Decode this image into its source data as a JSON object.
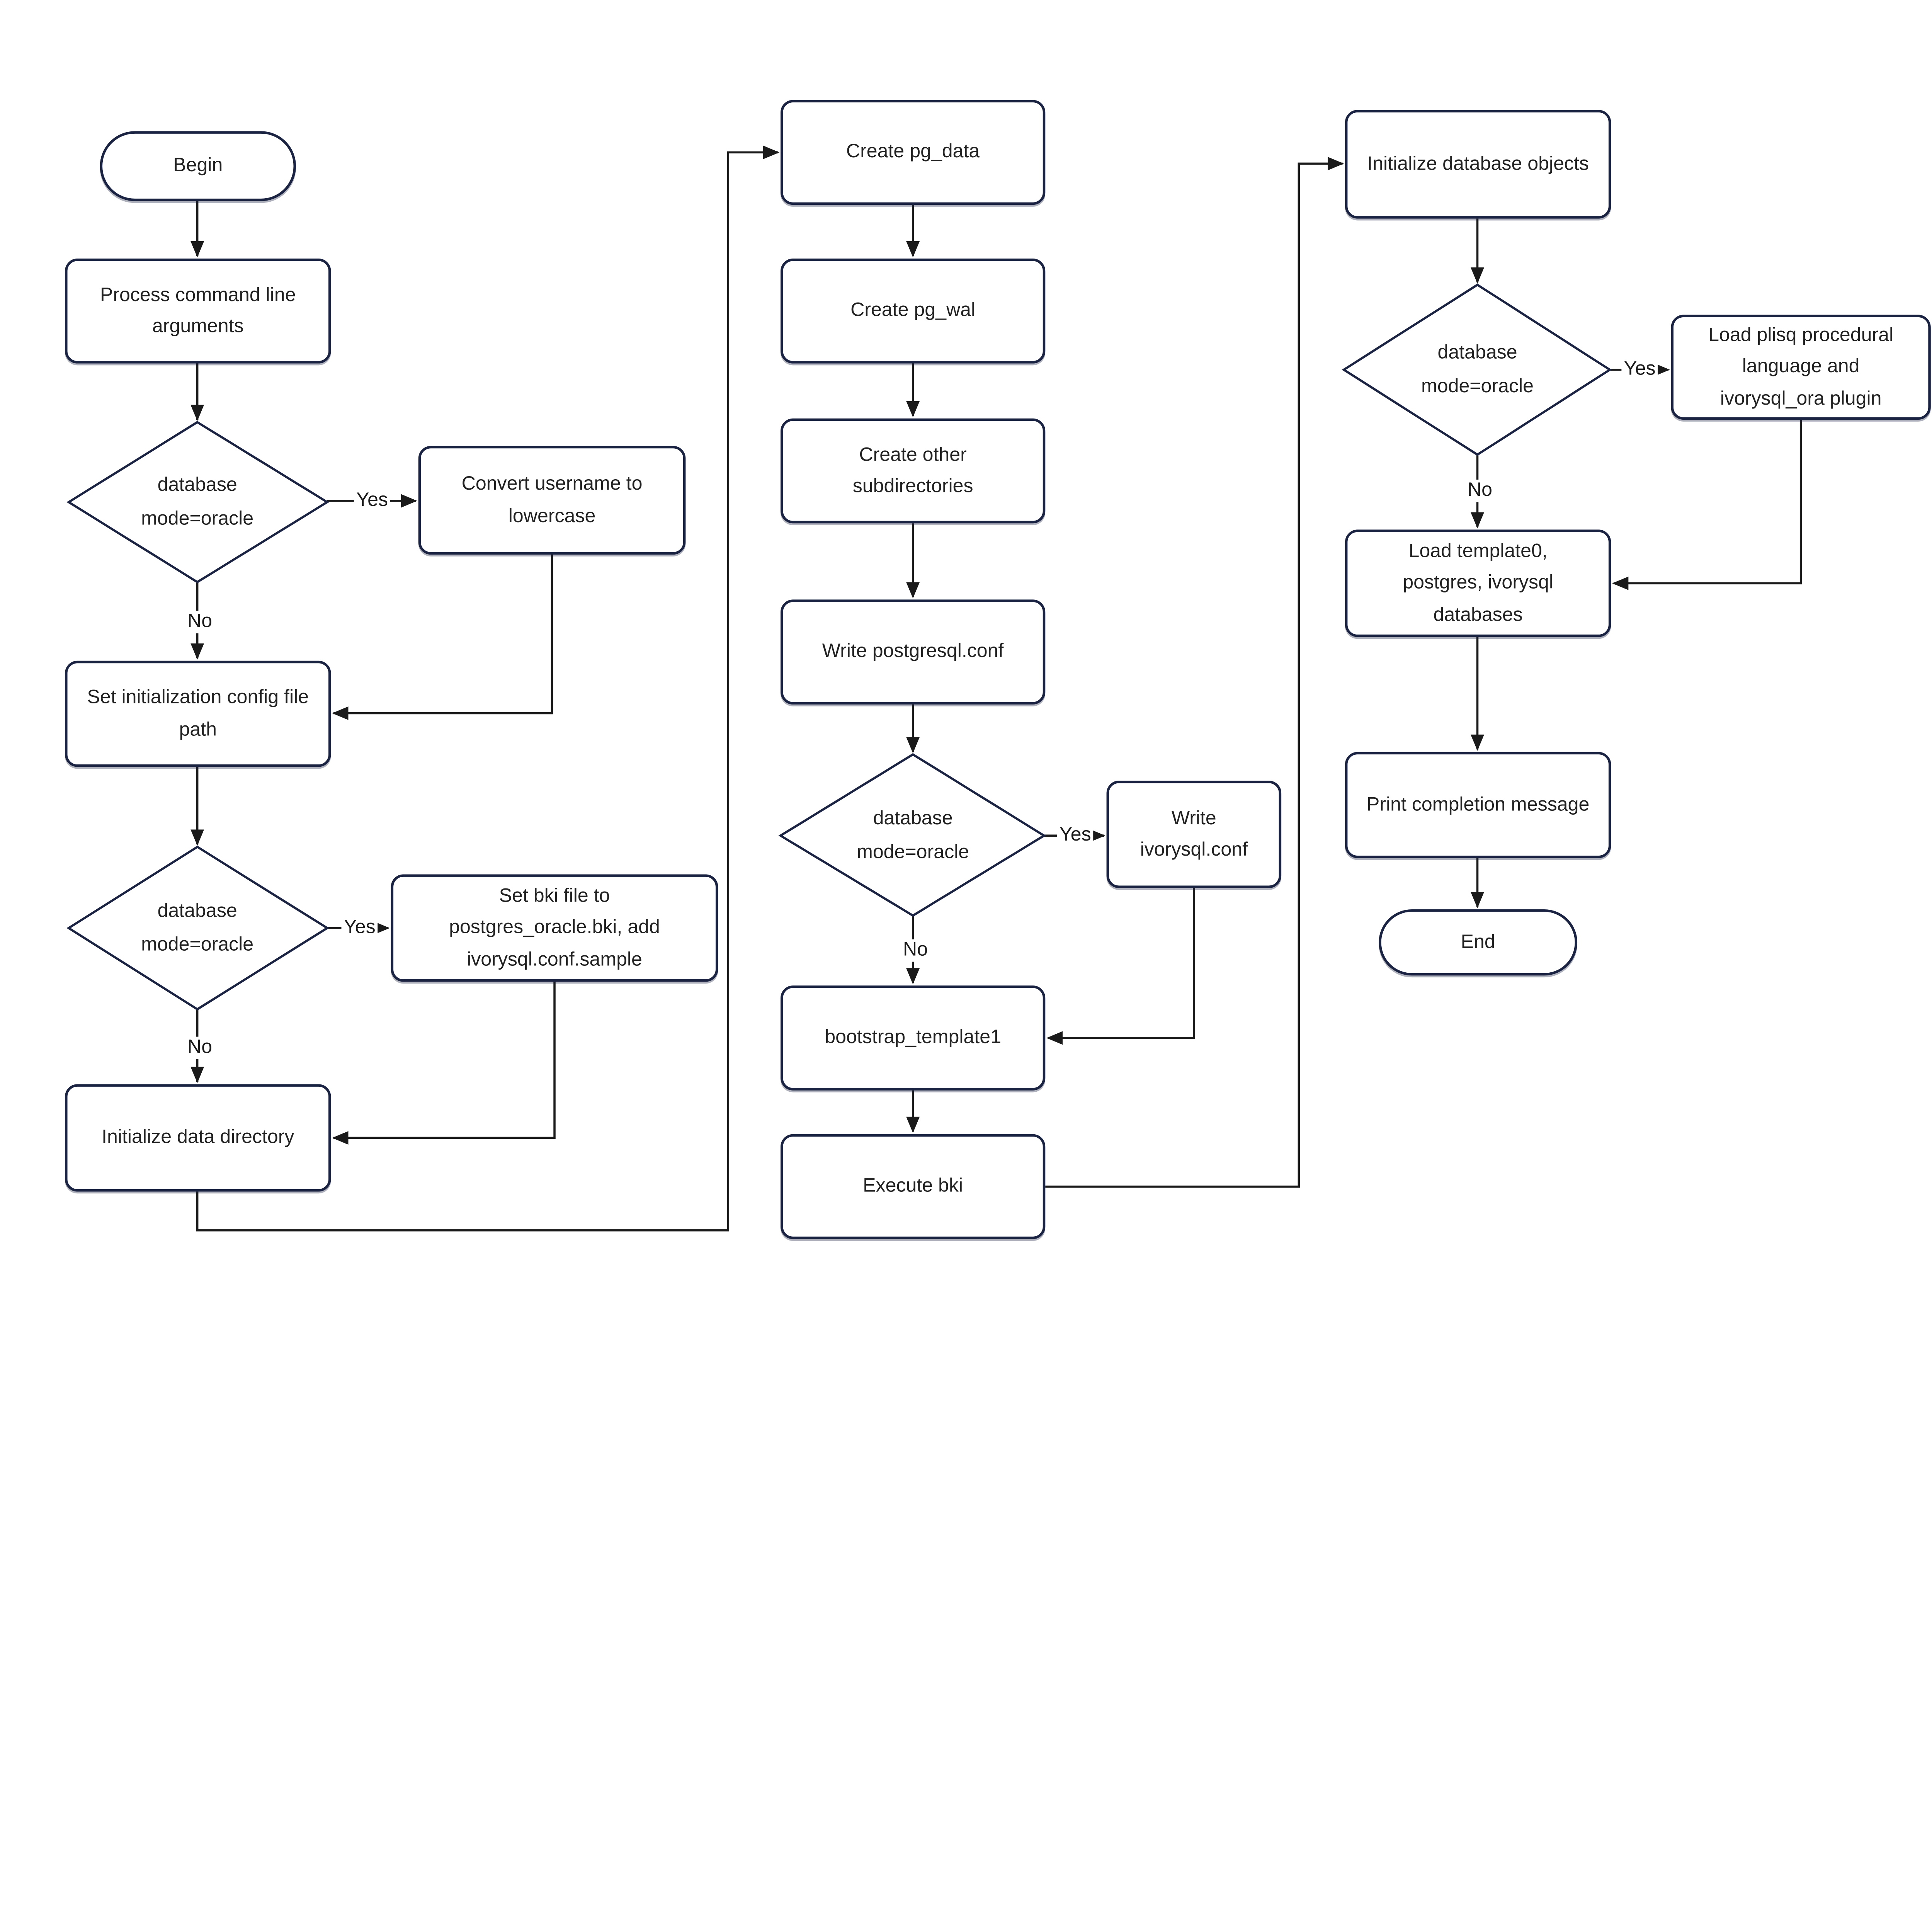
{
  "labels": {
    "yes": "Yes",
    "no": "No"
  },
  "colors": {
    "shape_border": "#1b2342",
    "connector": "#1a1a1a",
    "text": "#212121",
    "background": "#ffffff"
  },
  "nodes": {
    "begin": {
      "type": "terminator",
      "label": "Begin"
    },
    "process_args": {
      "type": "process",
      "label": "Process command line arguments"
    },
    "decision_mode_oracle_1": {
      "type": "decision",
      "label": "database mode=oracle"
    },
    "convert_username": {
      "type": "process",
      "label": "Convert username to lowercase"
    },
    "set_init_config": {
      "type": "process",
      "label": "Set initialization config file path"
    },
    "decision_mode_oracle_2": {
      "type": "decision",
      "label": "database mode=oracle"
    },
    "set_bki_file": {
      "type": "process",
      "label": "Set bki file to postgres_oracle.bki, add ivorysql.conf.sample"
    },
    "init_data_dir": {
      "type": "process",
      "label": "Initialize data directory"
    },
    "create_pg_data": {
      "type": "process",
      "label": "Create pg_data"
    },
    "create_pg_wal": {
      "type": "process",
      "label": "Create pg_wal"
    },
    "create_other_subdirs": {
      "type": "process",
      "label": "Create other subdirectories"
    },
    "write_postgresql_conf": {
      "type": "process",
      "label": "Write postgresql.conf"
    },
    "decision_mode_oracle_3": {
      "type": "decision",
      "label": "database mode=oracle"
    },
    "write_ivorysql_conf": {
      "type": "process",
      "label": "Write ivorysql.conf"
    },
    "bootstrap_template1": {
      "type": "process",
      "label": "bootstrap_template1"
    },
    "execute_bki": {
      "type": "process",
      "label": "Execute bki"
    },
    "init_db_objects": {
      "type": "process",
      "label": "Initialize database objects"
    },
    "decision_mode_oracle_4": {
      "type": "decision",
      "label": "database mode=oracle"
    },
    "load_plisq_plugin": {
      "type": "process",
      "label": "Load plisq procedural language and ivorysql_ora plugin"
    },
    "load_databases": {
      "type": "process",
      "label": "Load template0, postgres, ivorysql databases"
    },
    "print_completion": {
      "type": "process",
      "label": "Print completion message"
    },
    "end": {
      "type": "terminator",
      "label": "End"
    }
  },
  "edges": [
    {
      "from": "begin",
      "to": "process_args",
      "label": ""
    },
    {
      "from": "process_args",
      "to": "decision_mode_oracle_1",
      "label": ""
    },
    {
      "from": "decision_mode_oracle_1",
      "to": "convert_username",
      "label": "Yes"
    },
    {
      "from": "decision_mode_oracle_1",
      "to": "set_init_config",
      "label": "No"
    },
    {
      "from": "convert_username",
      "to": "set_init_config",
      "label": ""
    },
    {
      "from": "set_init_config",
      "to": "decision_mode_oracle_2",
      "label": ""
    },
    {
      "from": "decision_mode_oracle_2",
      "to": "set_bki_file",
      "label": "Yes"
    },
    {
      "from": "decision_mode_oracle_2",
      "to": "init_data_dir",
      "label": "No"
    },
    {
      "from": "set_bki_file",
      "to": "init_data_dir",
      "label": ""
    },
    {
      "from": "init_data_dir",
      "to": "create_pg_data",
      "label": ""
    },
    {
      "from": "create_pg_data",
      "to": "create_pg_wal",
      "label": ""
    },
    {
      "from": "create_pg_wal",
      "to": "create_other_subdirs",
      "label": ""
    },
    {
      "from": "create_other_subdirs",
      "to": "write_postgresql_conf",
      "label": ""
    },
    {
      "from": "write_postgresql_conf",
      "to": "decision_mode_oracle_3",
      "label": ""
    },
    {
      "from": "decision_mode_oracle_3",
      "to": "write_ivorysql_conf",
      "label": "Yes"
    },
    {
      "from": "decision_mode_oracle_3",
      "to": "bootstrap_template1",
      "label": "No"
    },
    {
      "from": "write_ivorysql_conf",
      "to": "bootstrap_template1",
      "label": ""
    },
    {
      "from": "bootstrap_template1",
      "to": "execute_bki",
      "label": ""
    },
    {
      "from": "execute_bki",
      "to": "init_db_objects",
      "label": ""
    },
    {
      "from": "init_db_objects",
      "to": "decision_mode_oracle_4",
      "label": ""
    },
    {
      "from": "decision_mode_oracle_4",
      "to": "load_plisq_plugin",
      "label": "Yes"
    },
    {
      "from": "decision_mode_oracle_4",
      "to": "load_databases",
      "label": "No"
    },
    {
      "from": "load_plisq_plugin",
      "to": "load_databases",
      "label": ""
    },
    {
      "from": "load_databases",
      "to": "print_completion",
      "label": ""
    },
    {
      "from": "print_completion",
      "to": "end",
      "label": ""
    }
  ]
}
